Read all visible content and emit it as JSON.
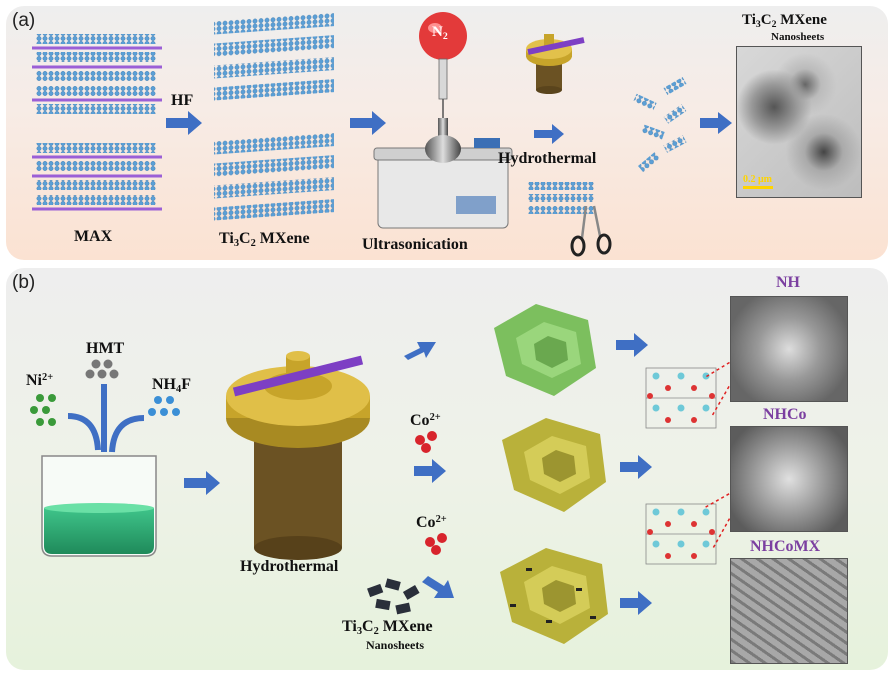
{
  "panel_a": {
    "label": "(a)",
    "max_label": "MAX",
    "hf_label": "HF",
    "ti3c2_label": {
      "pre": "Ti",
      "s1": "3",
      "mid": "C",
      "s2": "2",
      "post": " MXene"
    },
    "n2_label": {
      "pre": "N",
      "s1": "2"
    },
    "ultrasonication_label": "Ultrasonication",
    "hydrothermal_label": "Hydrothermal",
    "nanosheets_title": {
      "pre": "Ti",
      "s1": "3",
      "mid": "C",
      "s2": "2",
      "post": " MXene"
    },
    "nanosheets_sub": "Nanosheets",
    "scale_bar": "0.2 μm"
  },
  "panel_b": {
    "label": "(b)",
    "hmt_label": "HMT",
    "ni_label": {
      "pre": "Ni",
      "sup": "2+"
    },
    "nh4f_label": {
      "pre": "NH",
      "s1": "4",
      "post": "F"
    },
    "co1_label": {
      "pre": "Co",
      "sup": "2+"
    },
    "co2_label": {
      "pre": "Co",
      "sup": "2+"
    },
    "hydrothermal_label": "Hydrothermal",
    "mxene_label": {
      "pre": "Ti",
      "s1": "3",
      "mid": "C",
      "s2": "2",
      "post": " MXene"
    },
    "mxene_sub": "Nanosheets",
    "nh_label": "NH",
    "nhco_label": "NHCo",
    "nhcomx_label": "NHCoMX"
  },
  "colors": {
    "arrow": "#3f6fc4",
    "purple_label": "#7b3fa0",
    "autoclave_gold": "#c7a42a",
    "autoclave_brown": "#6b5223",
    "flower_green": "#8ccf6e",
    "flower_yellow": "#c9c14a"
  }
}
